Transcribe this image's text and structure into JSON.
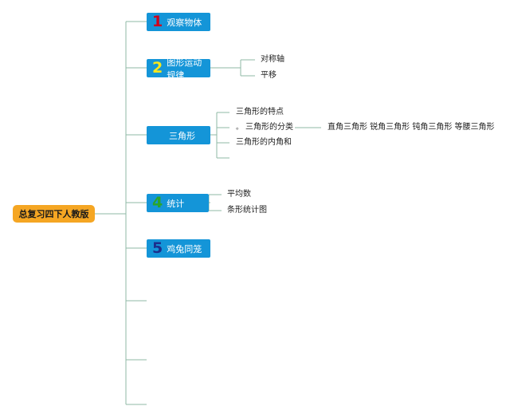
{
  "root": {
    "label": "总复习四下人教版"
  },
  "branches": [
    {
      "number": "1",
      "number_color": "#d0021b",
      "label": "观察物体"
    },
    {
      "number": "2",
      "number_color": "#f8e71c",
      "label": "图形运动规律",
      "children": [
        "对称轴",
        "平移"
      ]
    },
    {
      "number": "",
      "number_color": "",
      "label": "三角形",
      "children": [
        "三角形的特点",
        "三角形的分类",
        "三角形的内角和"
      ],
      "classification": "直角三角形 锐角三角形 钝角三角形 等腰三角形"
    },
    {
      "number": "4",
      "number_color": "#2aa52a",
      "label": "统计",
      "children": [
        "平均数",
        "条形统计图"
      ]
    },
    {
      "number": "5",
      "number_color": "#1c2e8c",
      "label": "鸡兔同笼"
    }
  ],
  "colors": {
    "root_fill": "#f5a623",
    "branch_fill": "#1495d8",
    "connector": "#8fb8a6"
  }
}
